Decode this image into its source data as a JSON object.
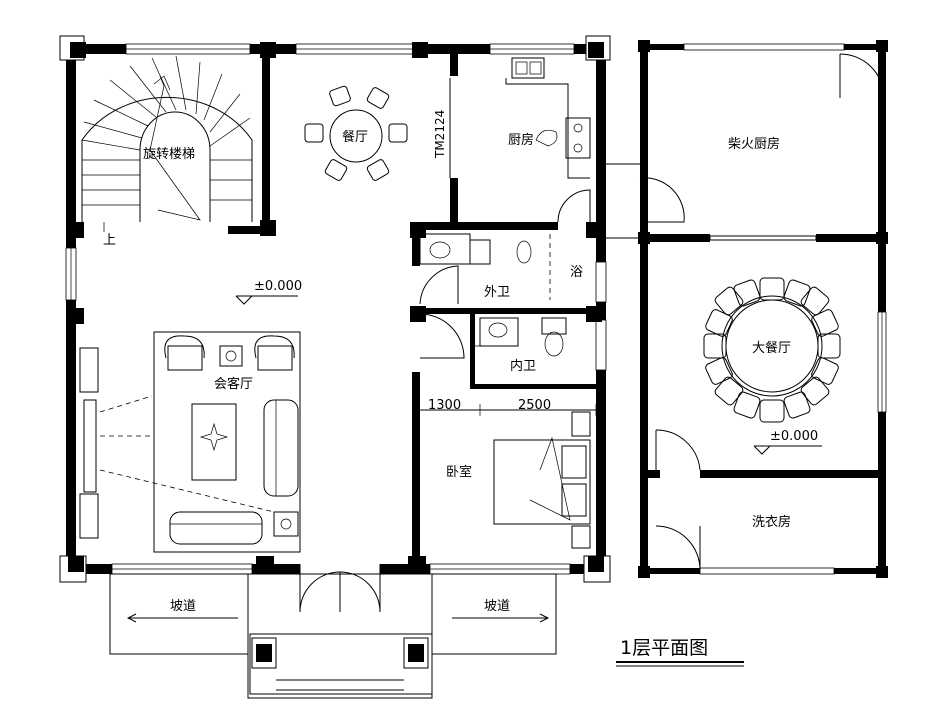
{
  "title": "1层平面图",
  "rooms": {
    "spiral_stair": "旋转楼梯",
    "stair_up": "上",
    "dining": "餐厅",
    "partition": "TM2124",
    "kitchen": "厨房",
    "wood_kitchen": "柴火厨房",
    "bath": "浴",
    "outer_wc": "外卫",
    "inner_wc": "内卫",
    "living": "会客厅",
    "bedroom": "卧室",
    "banquet": "大餐厅",
    "laundry": "洗衣房",
    "ramp_left": "坡道",
    "ramp_right": "坡道"
  },
  "levels": {
    "living_level": "±0.000",
    "banquet_level": "±0.000"
  },
  "dimensions": {
    "dim_a": "1300",
    "dim_b": "2500"
  }
}
